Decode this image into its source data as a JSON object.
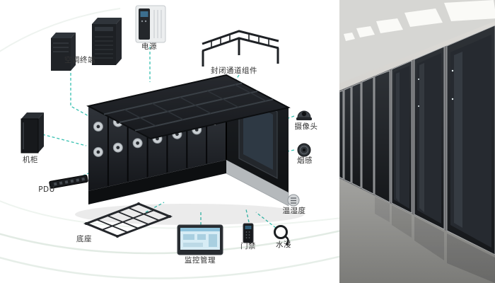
{
  "diagram": {
    "accent_color": "#35c0b0",
    "ink_color": "#1b1e22",
    "components": [
      {
        "id": "aircon-terminal",
        "label": "空调终端"
      },
      {
        "id": "power-supply",
        "label": "电源"
      },
      {
        "id": "enclosed-channel-kit",
        "label": "封闭通道组件"
      },
      {
        "id": "camera",
        "label": "摄像头"
      },
      {
        "id": "smoke-sensor",
        "label": "烟感"
      },
      {
        "id": "rack-cabinet",
        "label": "机柜"
      },
      {
        "id": "pdu",
        "label": "PDU"
      },
      {
        "id": "base-frame",
        "label": "底座"
      },
      {
        "id": "monitoring-mgmt",
        "label": "监控管理"
      },
      {
        "id": "access-control",
        "label": "门禁"
      },
      {
        "id": "water-leak-sensor",
        "label": "水浸"
      },
      {
        "id": "temp-humidity-sensor",
        "label": "温湿度"
      }
    ]
  }
}
